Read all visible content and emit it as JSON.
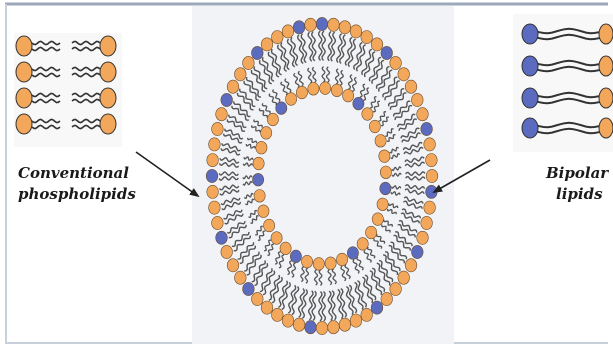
{
  "labels": {
    "conventional_line1": "Conventional",
    "conventional_line2": "phospholipids",
    "bipolar_line1": "Bipolar",
    "bipolar_line2": "lipids"
  },
  "colors": {
    "orange_head": "#F2A75A",
    "blue_head": "#5B6BC0",
    "tail": "#555555",
    "panel": "#F1F3F6",
    "frame": "#9BA8BA"
  }
}
